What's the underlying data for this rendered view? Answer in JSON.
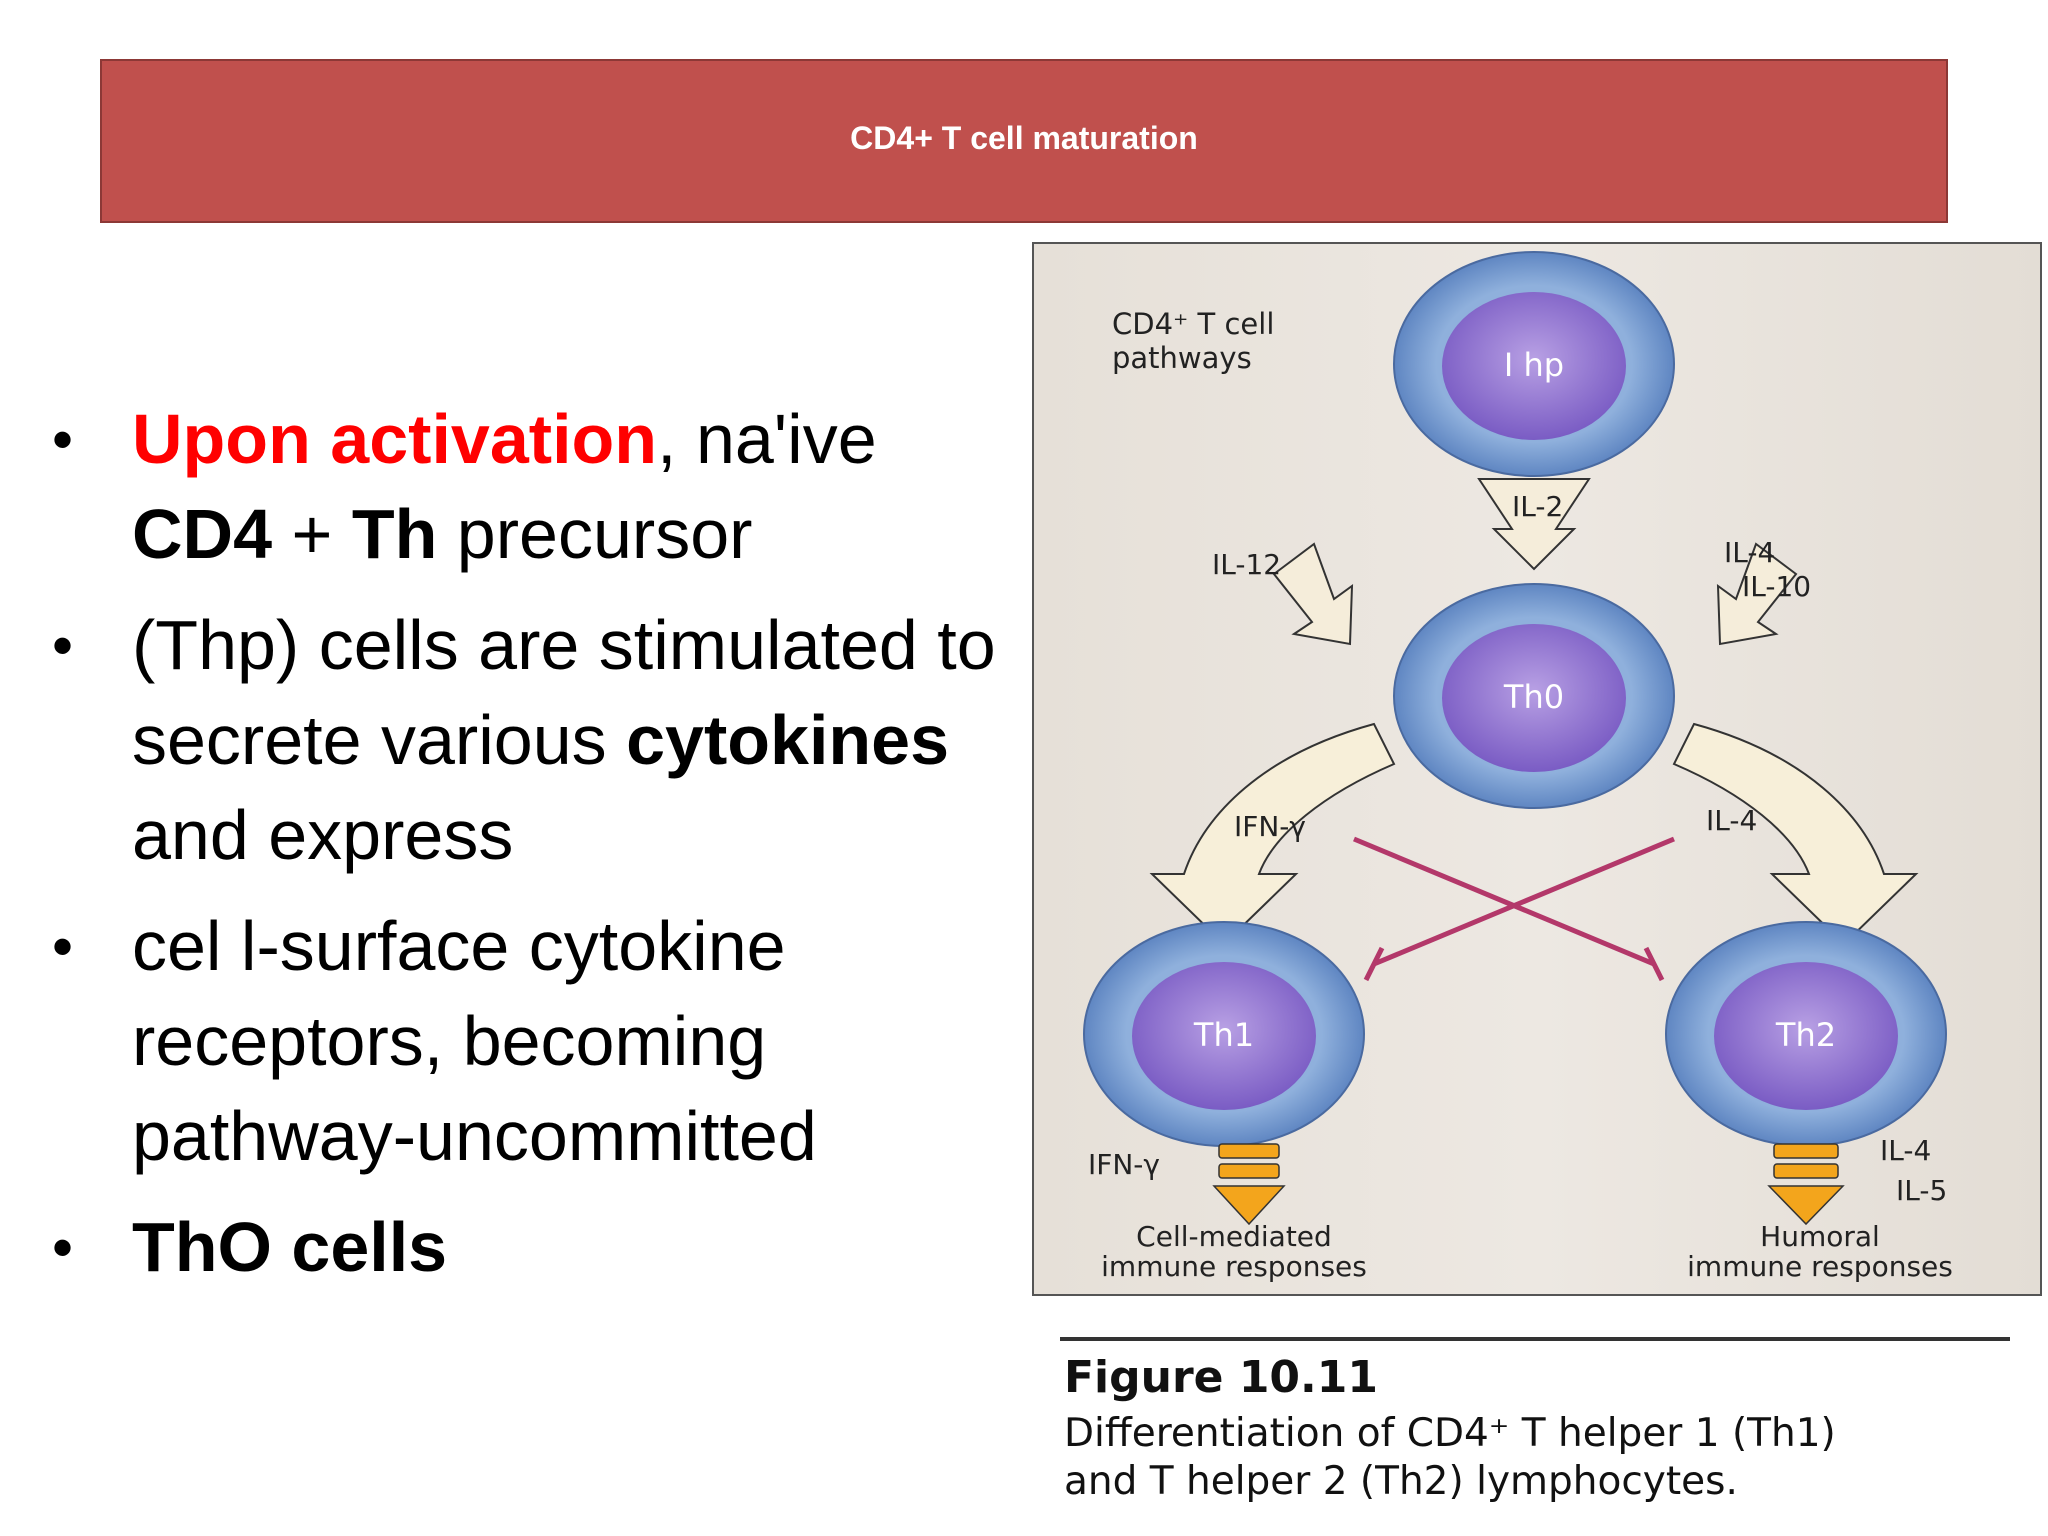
{
  "slide": {
    "title": "CD4+ T cell maturation",
    "colors": {
      "title_bar": "#c0504d",
      "highlight": "#ff0000"
    }
  },
  "bullets": {
    "b1": {
      "red": "Upon activation",
      "t1": ", na'ive",
      "bold1": "CD4",
      "t2": " + ",
      "bold2": "Th",
      "t3": " precursor"
    },
    "b2": {
      "t1": "(Thp) cells are stimulated to secrete various ",
      "bold": "cytokines",
      "t2": " and express"
    },
    "b3": {
      "t1": "cel l-surface cytokine receptors, becoming pathway-uncommitted"
    },
    "b4": {
      "bold": "ThO cells"
    },
    "marker": "•"
  },
  "figure": {
    "heading_line1": "CD4⁺ T cell",
    "heading_line2": "pathways",
    "cells": {
      "thp": "I hp",
      "th0": "Th0",
      "th1": "Th1",
      "th2": "Th2"
    },
    "labels": {
      "il2": "IL-2",
      "il12": "IL-12",
      "il4_top": "IL-4",
      "il10": "IL-10",
      "ifn_mid": "IFN-γ",
      "il4_mid": "IL-4",
      "ifn_bottom": "IFN-γ",
      "il4_bottom": "IL-4",
      "il5": "IL-5"
    },
    "outcomes": {
      "left_line1": "Cell-mediated",
      "left_line2": "immune responses",
      "right_line1": "Humoral",
      "right_line2": "immune responses"
    }
  },
  "caption": {
    "number": "Figure 10.11",
    "text_line1": "Differentiation of CD4⁺ T helper 1 (Th1)",
    "text_line2": "and T helper 2 (Th2) lymphocytes."
  }
}
